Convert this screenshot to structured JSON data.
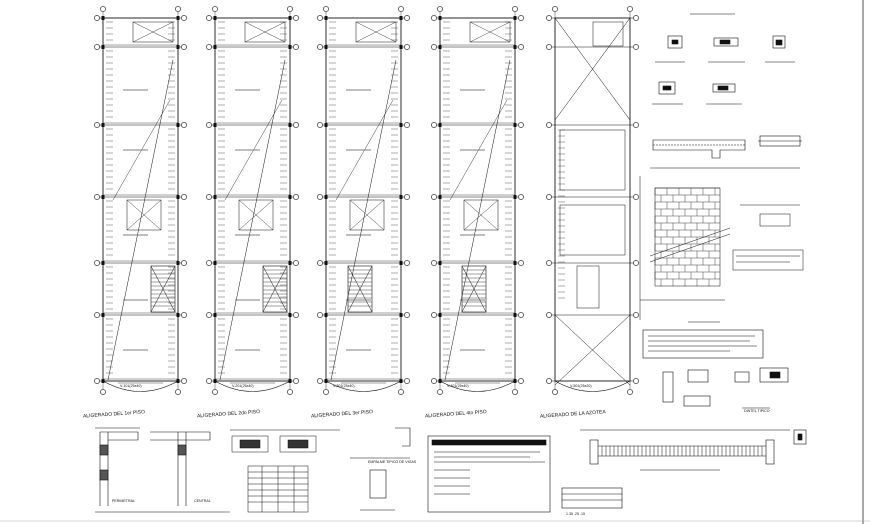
{
  "drawing": {
    "plans": [
      {
        "id": "plan-1",
        "caption": "ALIGERADO DEL 1er PISO"
      },
      {
        "id": "plan-2",
        "caption": "ALIGERADO DEL 2do PISO"
      },
      {
        "id": "plan-3",
        "caption": "ALIGERADO DEL 3er PISO"
      },
      {
        "id": "plan-4",
        "caption": "ALIGERADO DEL 4to PISO"
      },
      {
        "id": "plan-5",
        "caption": "ALIGERADO DE LA AZOTEA"
      }
    ],
    "beam_tags": [
      "V-101(25x40)",
      "V-201(25x40)",
      "V-301(25x40)",
      "V-401(25x40)",
      "V-501(25x20)"
    ],
    "details": {
      "perimetral": "PERIMETRAL",
      "central": "CENTRAL",
      "empalme": "EMPALME TIPICO DE VIGAS",
      "dintel": "DINTEL TIPICO",
      "bottom_dims": "1.35   .25   .15"
    }
  }
}
